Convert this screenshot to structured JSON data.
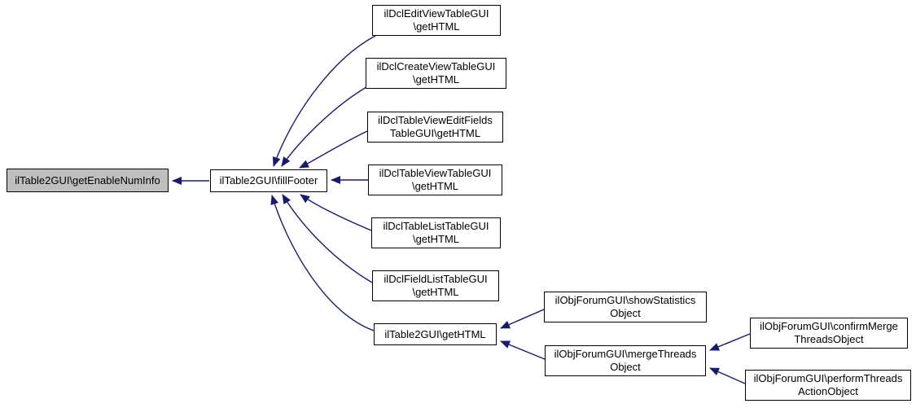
{
  "graph": {
    "type": "caller-graph",
    "colors": {
      "edge": "#191970",
      "node_border": "#000000",
      "node_fill": "#ffffff",
      "highlight_fill": "#bfbfbf",
      "background": "#ffffff",
      "text": "#000000"
    },
    "nodes": [
      {
        "id": "getEnableNumInfo",
        "lines": [
          "ilTable2GUI\\getEnableNumInfo"
        ],
        "highlighted": true
      },
      {
        "id": "fillFooter",
        "lines": [
          "ilTable2GUI\\fillFooter"
        ]
      },
      {
        "id": "dclEditView",
        "lines": [
          "ilDclEditViewTableGUI",
          "\\getHTML"
        ]
      },
      {
        "id": "dclCreateView",
        "lines": [
          "ilDclCreateViewTableGUI",
          "\\getHTML"
        ]
      },
      {
        "id": "dclTableViewEditFields",
        "lines": [
          "ilDclTableViewEditFields",
          "TableGUI\\getHTML"
        ]
      },
      {
        "id": "dclTableView",
        "lines": [
          "ilDclTableViewTableGUI",
          "\\getHTML"
        ]
      },
      {
        "id": "dclTableList",
        "lines": [
          "ilDclTableListTableGUI",
          "\\getHTML"
        ]
      },
      {
        "id": "dclFieldList",
        "lines": [
          "ilDclFieldListTableGUI",
          "\\getHTML"
        ]
      },
      {
        "id": "table2GetHTML",
        "lines": [
          "ilTable2GUI\\getHTML"
        ]
      },
      {
        "id": "showStatistics",
        "lines": [
          "ilObjForumGUI\\showStatistics",
          "Object"
        ]
      },
      {
        "id": "mergeThreads",
        "lines": [
          "ilObjForumGUI\\mergeThreads",
          "Object"
        ]
      },
      {
        "id": "confirmMergeThreads",
        "lines": [
          "ilObjForumGUI\\confirmMerge",
          "ThreadsObject"
        ]
      },
      {
        "id": "performThreadsAction",
        "lines": [
          "ilObjForumGUI\\performThreads",
          "ActionObject"
        ]
      }
    ],
    "edges": [
      {
        "from": "fillFooter",
        "to": "getEnableNumInfo"
      },
      {
        "from": "dclEditView",
        "to": "fillFooter"
      },
      {
        "from": "dclCreateView",
        "to": "fillFooter"
      },
      {
        "from": "dclTableViewEditFields",
        "to": "fillFooter"
      },
      {
        "from": "dclTableView",
        "to": "fillFooter"
      },
      {
        "from": "dclTableList",
        "to": "fillFooter"
      },
      {
        "from": "dclFieldList",
        "to": "fillFooter"
      },
      {
        "from": "table2GetHTML",
        "to": "fillFooter"
      },
      {
        "from": "showStatistics",
        "to": "table2GetHTML"
      },
      {
        "from": "mergeThreads",
        "to": "table2GetHTML"
      },
      {
        "from": "confirmMergeThreads",
        "to": "mergeThreads"
      },
      {
        "from": "performThreadsAction",
        "to": "mergeThreads"
      }
    ]
  }
}
